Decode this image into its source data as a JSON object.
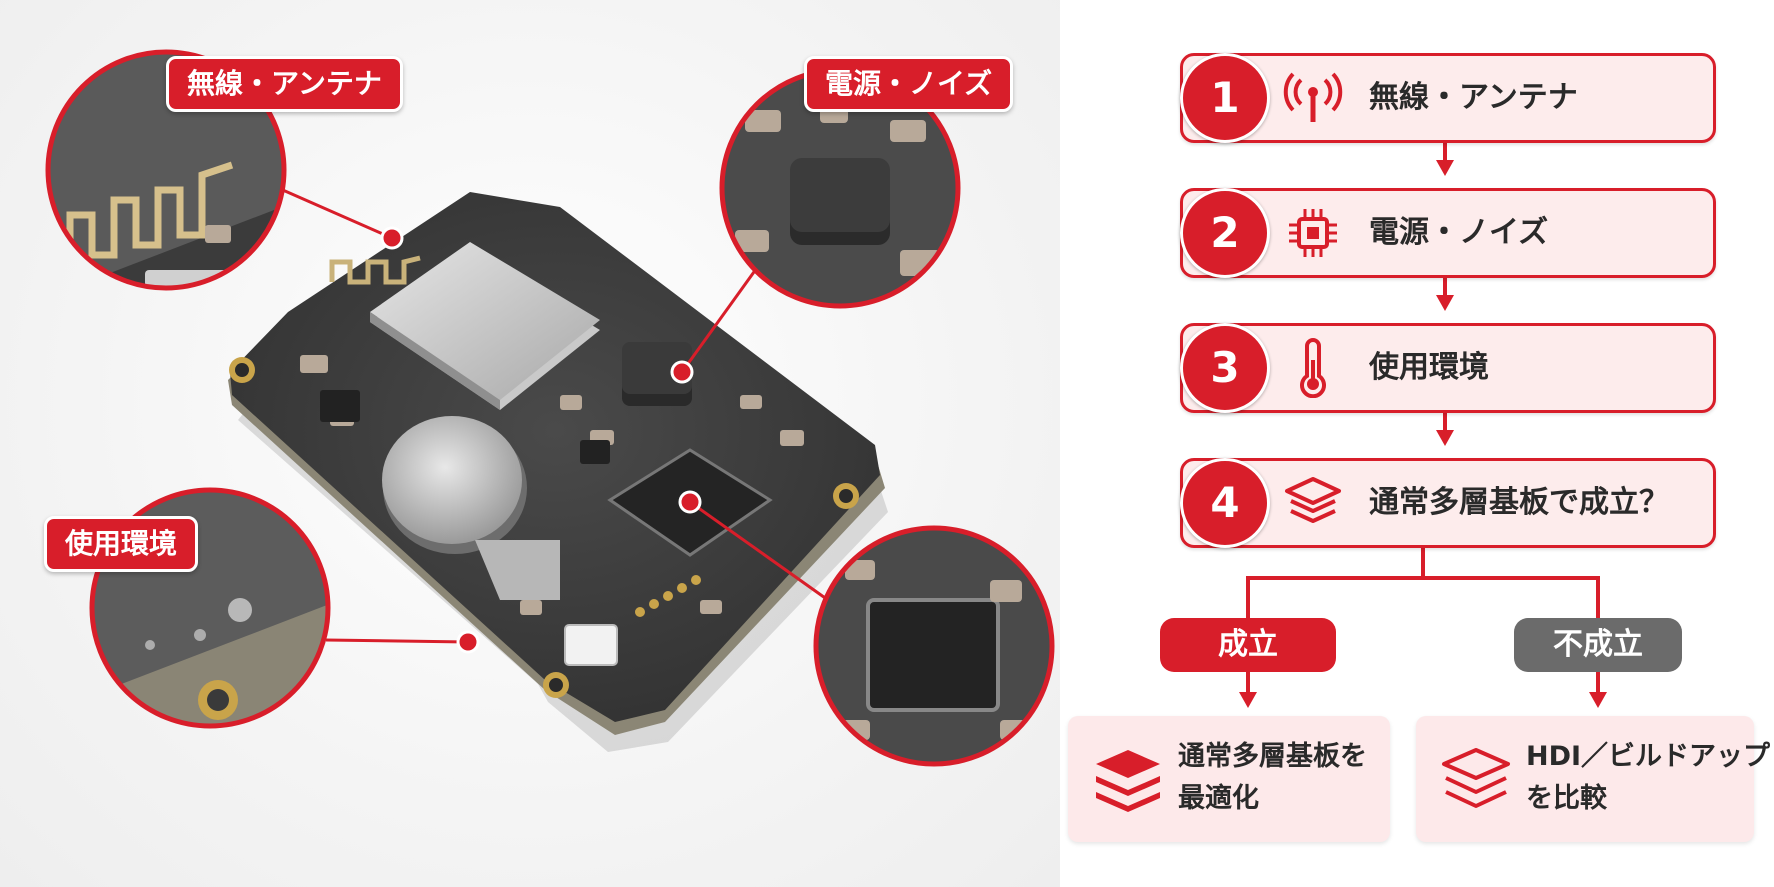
{
  "colors": {
    "accent": "#d81e2a",
    "pill_gray": "#6b6b6b",
    "step_fill": "#fdecec",
    "result_fill": "#fde9ea"
  },
  "callouts": [
    {
      "label": "無線・アンテナ"
    },
    {
      "label": "電源・ノイズ"
    },
    {
      "label": "使用環境"
    }
  ],
  "steps": [
    {
      "number": "1",
      "icon": "antenna-icon",
      "label": "無線・アンテナ"
    },
    {
      "number": "2",
      "icon": "chip-icon",
      "label": "電源・ノイズ"
    },
    {
      "number": "3",
      "icon": "thermometer-icon",
      "label": "使用環境"
    },
    {
      "number": "4",
      "icon": "layers-icon",
      "label": "通常多層基板で成立？"
    }
  ],
  "branches": {
    "yes": {
      "label": "成立",
      "result_line1": "通常多層基板を",
      "result_line2": "最適化",
      "icon": "layers-icon"
    },
    "no": {
      "label": "不成立",
      "result_line1": "HDI／ビルドアップ",
      "result_line2": "を比較",
      "icon": "layers-outline-icon"
    }
  }
}
